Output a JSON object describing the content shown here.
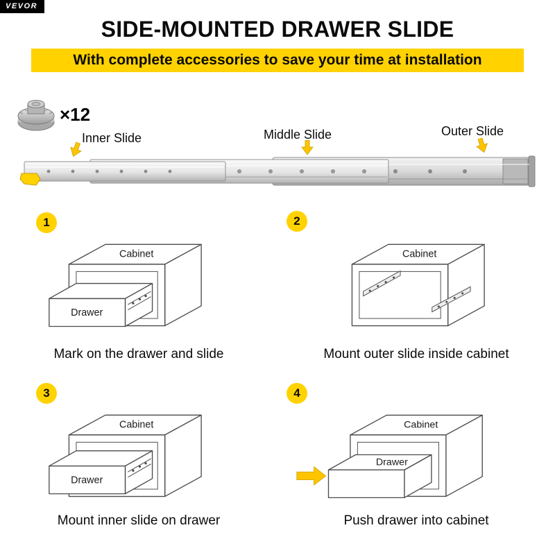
{
  "brand": {
    "logo": "VEVOR"
  },
  "header": {
    "title": "SIDE-MOUNTED DRAWER SLIDE",
    "banner": "With complete accessories to save your time at installation"
  },
  "hardware": {
    "count": "×12",
    "icon": "screw-icon"
  },
  "slide": {
    "inner_label": "Inner Slide",
    "middle_label": "Middle Slide",
    "outer_label": "Outer Slide",
    "pointer_icon": "down-arrow-icon"
  },
  "steps": [
    {
      "number": "1",
      "caption": "Mark on the drawer and slide",
      "cabinet_label": "Cabinet",
      "drawer_label": "Drawer"
    },
    {
      "number": "2",
      "caption": "Mount outer slide inside cabinet",
      "cabinet_label": "Cabinet"
    },
    {
      "number": "3",
      "caption": "Mount inner slide on drawer",
      "cabinet_label": "Cabinet",
      "drawer_label": "Drawer"
    },
    {
      "number": "4",
      "caption": "Push drawer into cabinet",
      "cabinet_label": "Cabinet",
      "drawer_label": "Drawer",
      "push_icon": "right-arrow-icon"
    }
  ],
  "colors": {
    "accent": "#FFD200",
    "arrow": "#FFC400",
    "ink": "#000000"
  }
}
